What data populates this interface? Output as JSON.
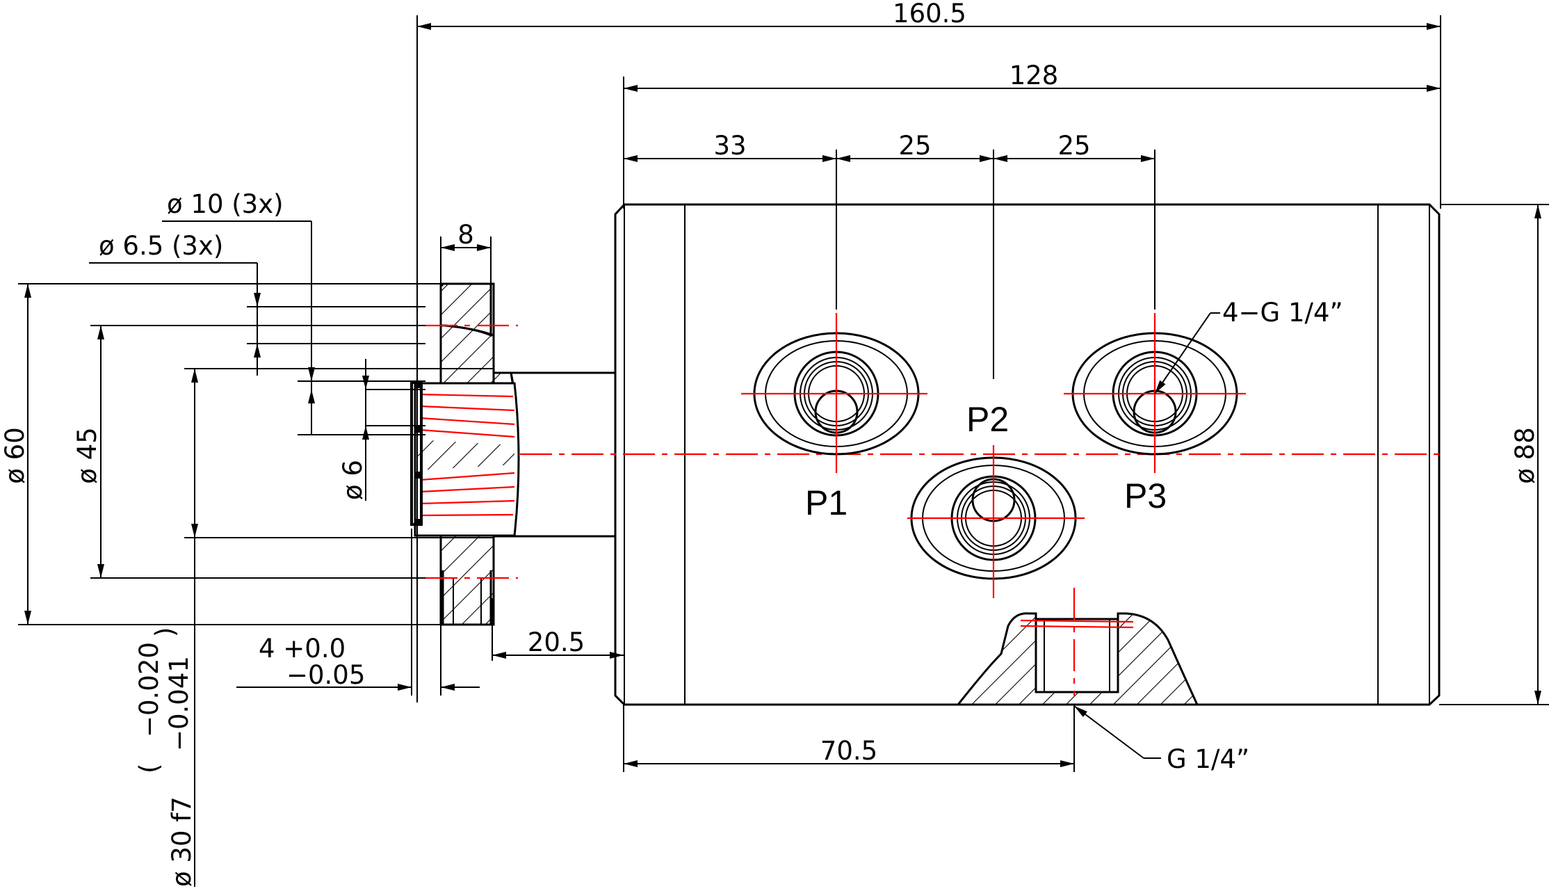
{
  "dimensions": {
    "overall_length": "160.5",
    "body_length": "128",
    "port_p1_offset": "33",
    "port_p2_spacing": "25",
    "port_p3_spacing": "25",
    "flange_thickness": "8",
    "hole_large": "ø 10 (3x)",
    "hole_small": "ø 6.5 (3x)",
    "diameter_60": "ø 60",
    "diameter_45": "ø 45",
    "diameter_6": "ø 6",
    "shaft_diameter": "ø 30 f7",
    "shaft_tol_upper": "−0.020",
    "shaft_tol_lower": "−0.041",
    "paren_open": "(",
    "paren_close": ")",
    "flange_tol_upper": "4 +0.0",
    "flange_tol_lower": "−0.05",
    "shaft_length": "20.5",
    "bottom_port_offset": "70.5",
    "body_diameter": "ø 88"
  },
  "ports": {
    "p1": "P1",
    "p2": "P2",
    "p3": "P3",
    "thread_callout_top": "4−G 1/4”",
    "thread_callout_bottom": "G 1/4”"
  },
  "colors": {
    "outline": "#000000",
    "centerline": "#ff0000"
  }
}
